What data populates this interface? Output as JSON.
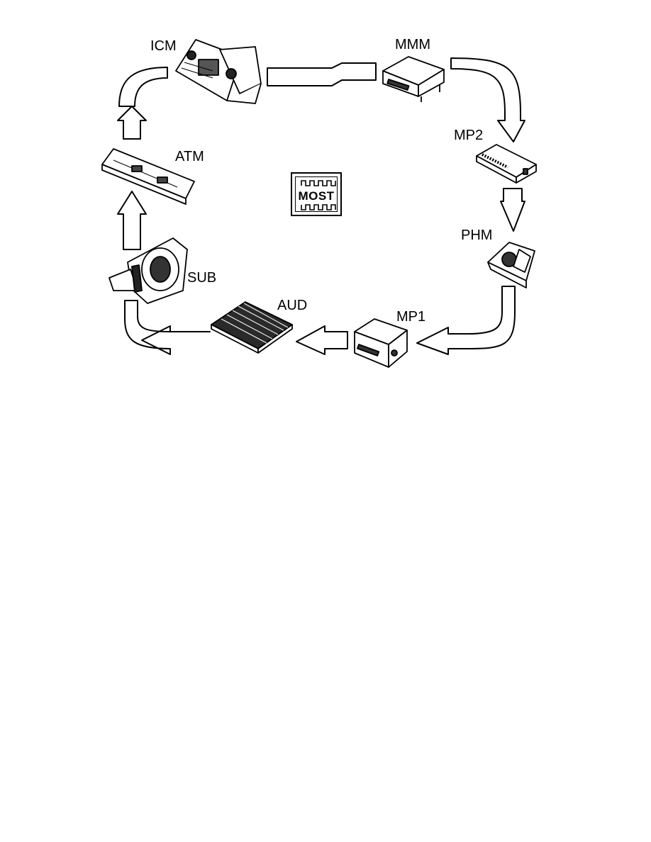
{
  "diagram": {
    "logo": {
      "text": "MOST"
    },
    "modules": [
      {
        "id": "icm",
        "label": "ICM"
      },
      {
        "id": "mmm",
        "label": "MMM"
      },
      {
        "id": "mp2",
        "label": "MP2"
      },
      {
        "id": "phm",
        "label": "PHM"
      },
      {
        "id": "mp1",
        "label": "MP1"
      },
      {
        "id": "aud",
        "label": "AUD"
      },
      {
        "id": "sub",
        "label": "SUB"
      },
      {
        "id": "atm",
        "label": "ATM"
      }
    ]
  }
}
